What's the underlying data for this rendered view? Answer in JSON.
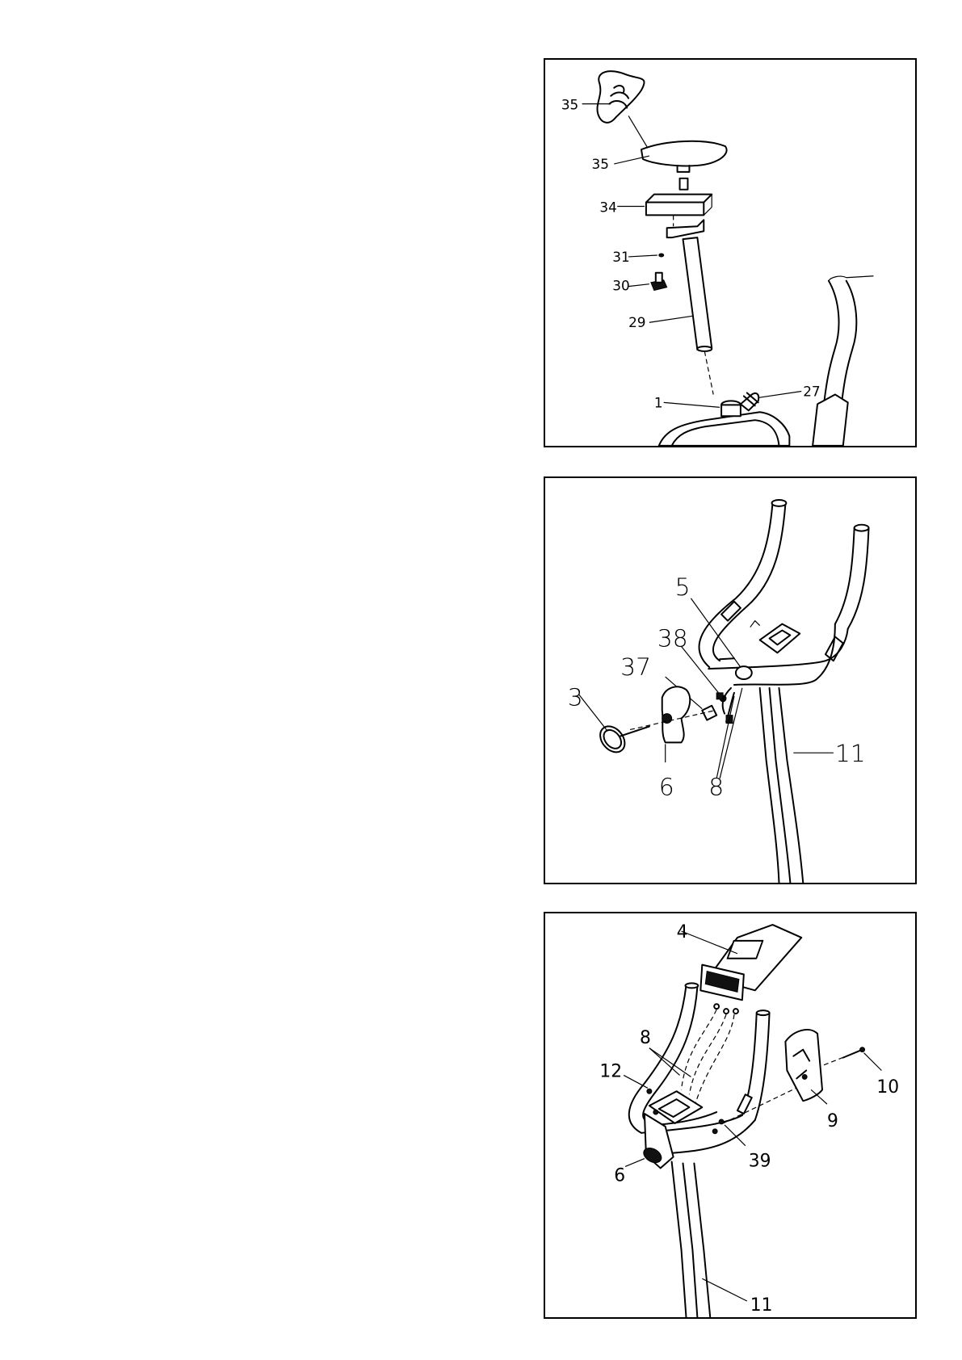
{
  "panels": [
    {
      "id": "seat-assembly",
      "labels": [
        "35",
        "35",
        "34",
        "31",
        "30",
        "29",
        "1",
        "27"
      ]
    },
    {
      "id": "handlebar-assembly",
      "labels": [
        "5",
        "38",
        "37",
        "3",
        "6",
        "8",
        "11"
      ]
    },
    {
      "id": "console-assembly",
      "labels": [
        "4",
        "8",
        "12",
        "10",
        "9",
        "39",
        "6",
        "11"
      ]
    }
  ]
}
